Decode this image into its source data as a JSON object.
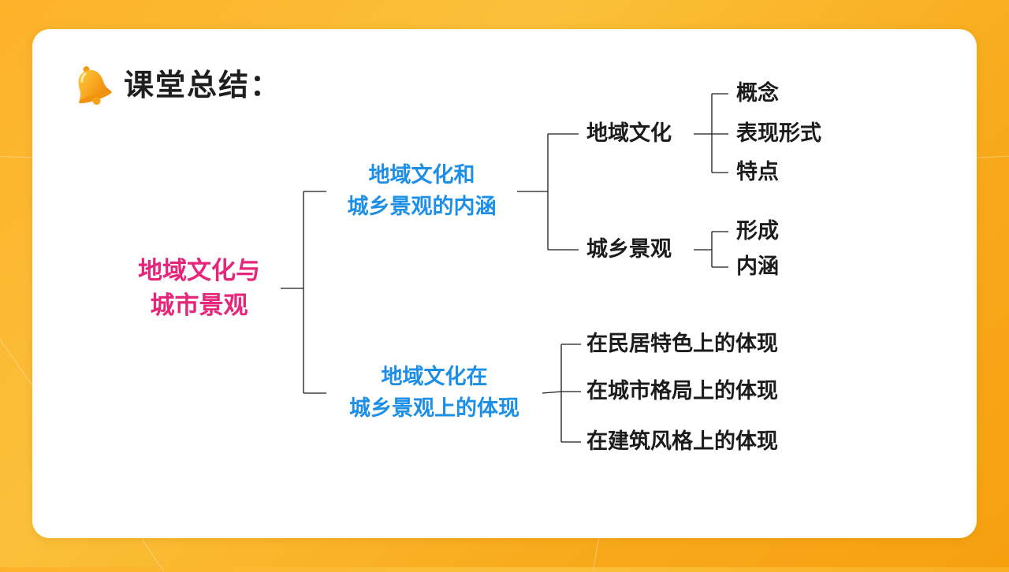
{
  "slide": {
    "title": "课堂总结："
  },
  "diagram": {
    "root": {
      "line1": "地域文化与",
      "line2": "城市景观"
    },
    "branch1": {
      "line1": "地域文化和",
      "line2": "城乡景观的内涵",
      "sub1": {
        "label": "地域文化",
        "items": [
          "概念",
          "表现形式",
          "特点"
        ]
      },
      "sub2": {
        "label": "城乡景观",
        "items": [
          "形成",
          "内涵"
        ]
      }
    },
    "branch2": {
      "line1": "地域文化在",
      "line2": "城乡景观上的体现",
      "items": [
        "在民居特色上的体现",
        "在城市格局上的体现",
        "在建筑风格上的体现"
      ]
    }
  },
  "colors": {
    "root": "#e5267a",
    "branch": "#1d8fe6",
    "leaf": "#1c1c1c",
    "background": "#fbb52a"
  },
  "icons": {
    "title_icon": "bell-icon"
  }
}
